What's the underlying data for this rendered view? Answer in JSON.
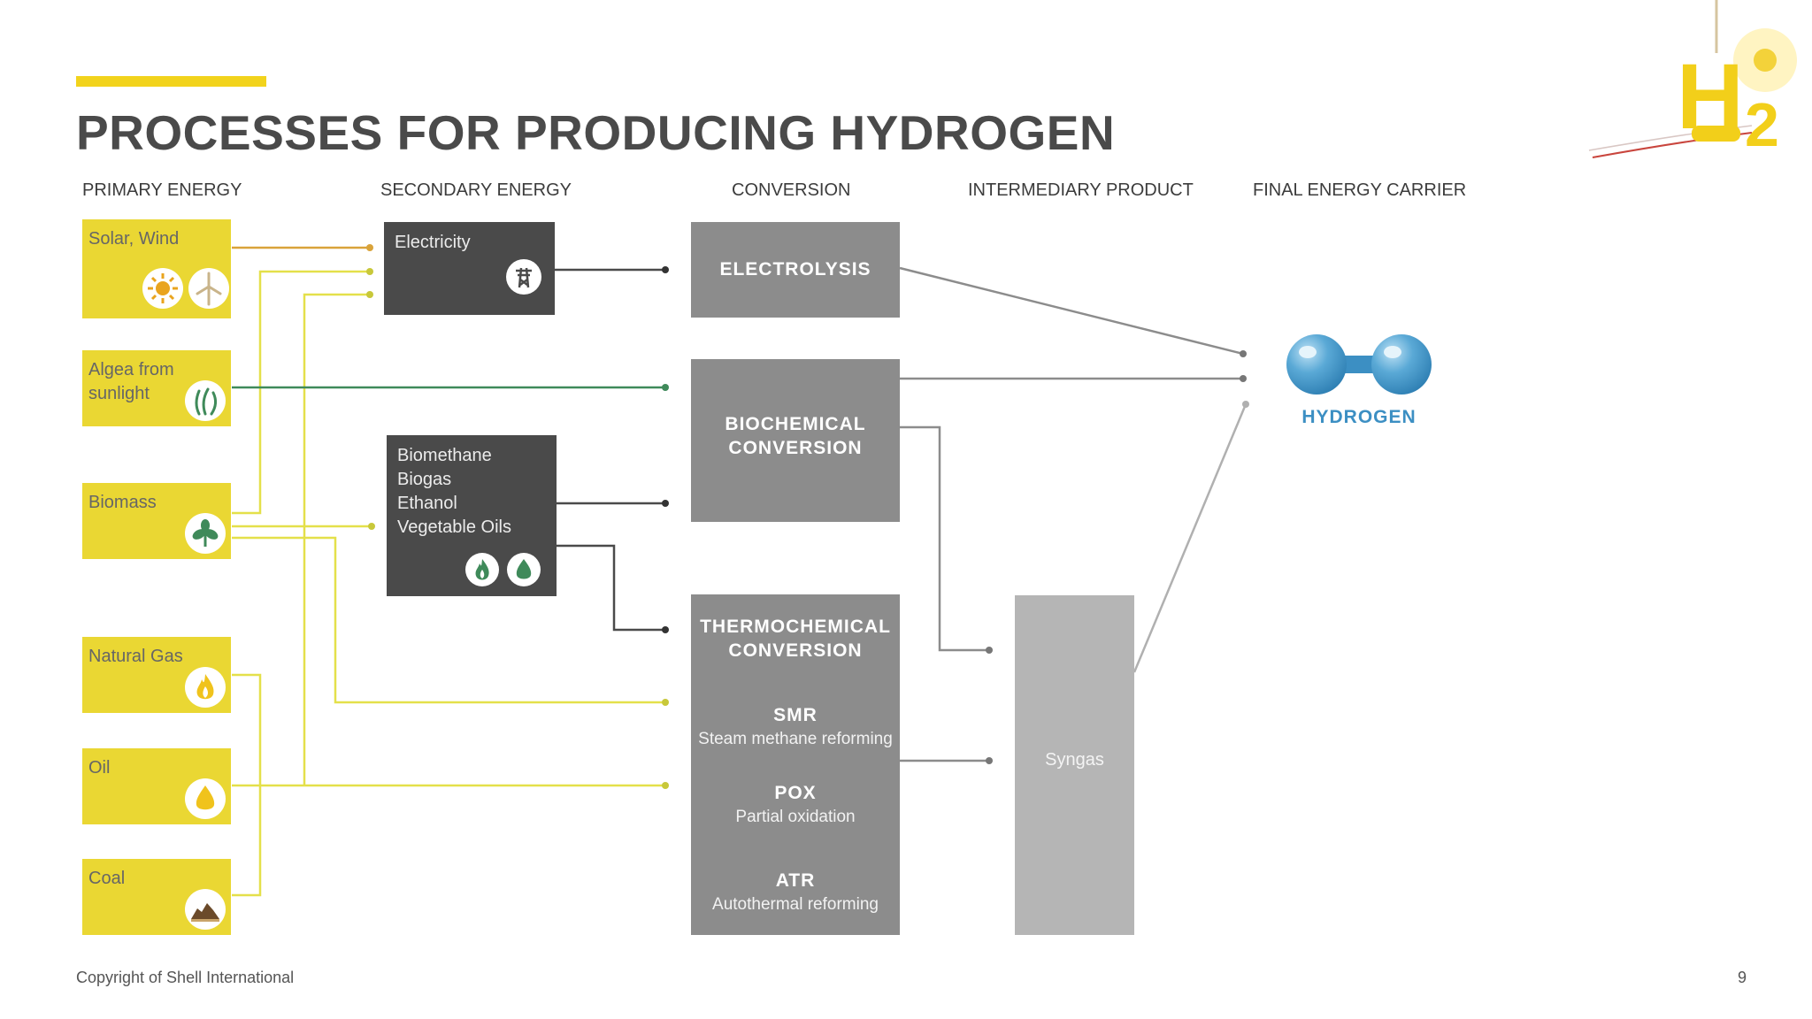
{
  "title": "PROCESSES FOR PRODUCING HYDROGEN",
  "columns": {
    "primary": "PRIMARY ENERGY",
    "secondary": "SECONDARY ENERGY",
    "conversion": "CONVERSION",
    "intermediary": "INTERMEDIARY PRODUCT",
    "final": "FINAL ENERGY CARRIER"
  },
  "primary_energy": {
    "solar_wind": "Solar, Wind",
    "algae_line1": "Algea from",
    "algae_line2": "sunlight",
    "biomass": "Biomass",
    "natural_gas": "Natural Gas",
    "oil": "Oil",
    "coal": "Coal"
  },
  "secondary_energy": {
    "electricity": "Electricity",
    "biofuels": [
      "Biomethane",
      "Biogas",
      "Ethanol",
      "Vegetable Oils"
    ]
  },
  "conversion": {
    "electrolysis": "ELECTROLYSIS",
    "biochemical_line1": "BIOCHEMICAL",
    "biochemical_line2": "CONVERSION",
    "thermochemical_line1": "THERMOCHEMICAL",
    "thermochemical_line2": "CONVERSION",
    "smr": "SMR",
    "smr_desc": "Steam methane reforming",
    "pox": "POX",
    "pox_desc": "Partial oxidation",
    "atr": "ATR",
    "atr_desc": "Autothermal reforming"
  },
  "intermediary": {
    "syngas": "Syngas"
  },
  "final": {
    "hydrogen": "HYDROGEN"
  },
  "footer": {
    "copyright": "Copyright of Shell International",
    "page": "9"
  },
  "logo_text": "H2",
  "colors": {
    "accent_yellow": "#f2d31c",
    "primary_box": "#ead733",
    "secondary_box": "#4a4a4a",
    "conversion_box": "#8c8c8c",
    "syngas_box": "#b5b5b5",
    "hydrogen_blue": "#3c8fc3",
    "line_orange": "#d9a33a",
    "line_green": "#3f8a5a",
    "line_yellow": "#e4e04a"
  },
  "icons": [
    "sun-icon",
    "wind-turbine-icon",
    "seaweed-icon",
    "sprout-icon",
    "pylon-icon",
    "flame-icon",
    "droplet-icon",
    "oil-drop-icon",
    "coal-pile-icon",
    "hydrogen-molecule-icon"
  ]
}
